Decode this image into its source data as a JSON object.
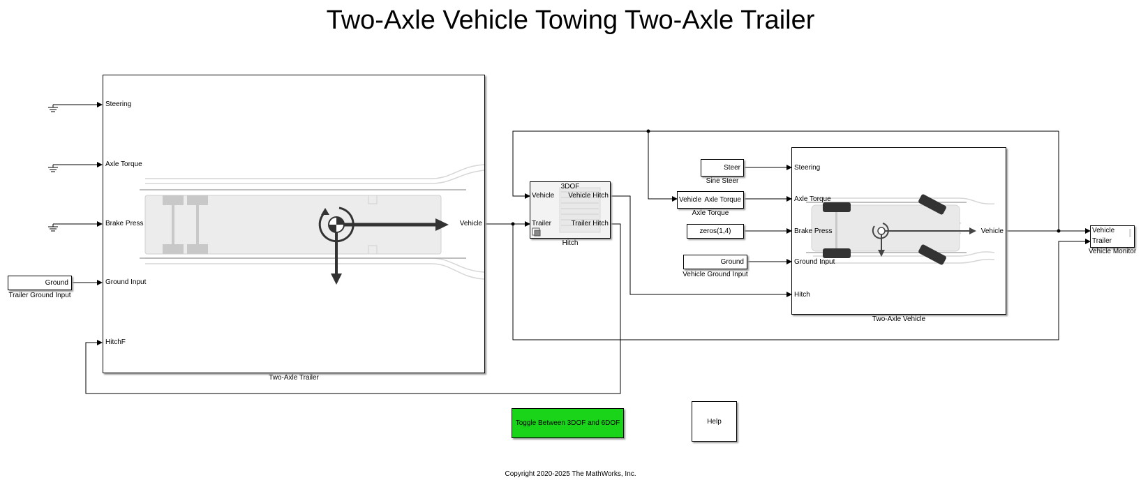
{
  "title": "Two-Axle Vehicle Towing Two-Axle Trailer",
  "colors": {
    "toggle_bg": "#19d419",
    "wire": "#000000",
    "shadow": "#9a9a9a"
  },
  "trailer": {
    "caption": "Two-Axle Trailer",
    "ports_in": [
      "Steering",
      "Axle Torque",
      "Brake Press",
      "Ground Input",
      "HitchF"
    ],
    "port_out": "Vehicle"
  },
  "trailer_ground": {
    "label": "Ground",
    "caption": "Trailer Ground Input"
  },
  "hitch": {
    "title": "3DOF",
    "caption": "Hitch",
    "in_vehicle": "Vehicle",
    "in_trailer": "Trailer",
    "out_vehicle": "Vehicle Hitch",
    "out_trailer": "Trailer Hitch"
  },
  "sine_steer": {
    "label": "Steer",
    "caption": "Sine Steer"
  },
  "axle_torque": {
    "in_label": "Vehicle",
    "out_label": "Axle Torque",
    "caption": "Axle Torque"
  },
  "zeros": {
    "label": "zeros(1,4)"
  },
  "vehicle_ground": {
    "label": "Ground",
    "caption": "Vehicle Ground Input"
  },
  "vehicle": {
    "caption": "Two-Axle Vehicle",
    "ports_in": [
      "Steering",
      "Axle Torque",
      "Brake Press",
      "Ground Input",
      "Hitch"
    ],
    "port_out": "Vehicle"
  },
  "monitor": {
    "in_vehicle": "Vehicle",
    "in_trailer": "Trailer",
    "caption": "Vehicle Monitor"
  },
  "toggle_button": {
    "label": "Toggle Between 3DOF and 6DOF"
  },
  "help_button": {
    "label": "Help"
  },
  "copyright": "Copyright 2020-2025 The MathWorks, Inc."
}
